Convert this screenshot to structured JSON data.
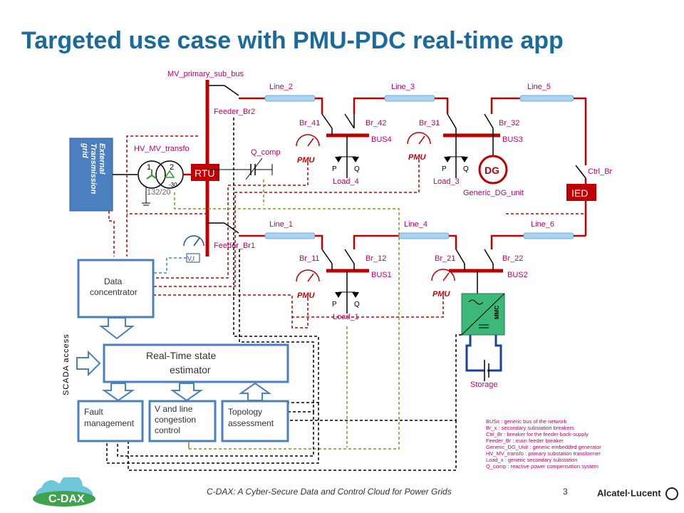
{
  "title": "Targeted use case with PMU-PDC real-time app",
  "labels": {
    "mv_primary_sub_bus": "MV_primary_sub_bus",
    "line_1": "Line_1",
    "line_2": "Line_2",
    "line_3": "Line_3",
    "line_4": "Line_4",
    "line_5": "Line_5",
    "line_6": "Line_6",
    "feeder_br2": "Feeder_Br2",
    "feeder_br1": "Feeder_Br1",
    "hv_mv_transfo": "HV_MV_transfo",
    "q_comp": "Q_comp",
    "ratio": "132/20",
    "winding_1": "1",
    "winding_2": "2",
    "phase": "-30",
    "br_41": "Br_41",
    "br_42": "Br_42",
    "br_31": "Br_31",
    "br_32": "Br_32",
    "br_11": "Br_11",
    "br_12": "Br_12",
    "br_21": "Br_21",
    "br_22": "Br_22",
    "bus1": "BUS1",
    "bus2": "BUS2",
    "bus3": "BUS3",
    "bus4": "BUS4",
    "load_4": "Load_4",
    "load_3": "Load_3",
    "load_1": "Load_1",
    "p": "P",
    "q": "Q",
    "dg": "DG",
    "generic_dg_unit": "Generic_DG_unit",
    "ctrl_br": "Ctrl_Br",
    "mmc": "MMC",
    "storage": "Storage",
    "pmu": "PMU",
    "rtu": "RTU",
    "ied": "IED",
    "ext_grid_1": "External",
    "ext_grid_2": "Transmission",
    "ext_grid_3": "grid",
    "vi": "V,I"
  },
  "boxes": {
    "data_concentrator_1": "Data",
    "data_concentrator_2": "concentrator",
    "estimator_1": "Real-Time state",
    "estimator_2": "estimator",
    "fault_1": "Fault",
    "fault_2": "management",
    "vline_1": "V and line",
    "vline_2": "congestion",
    "vline_3": "control",
    "topology_1": "Topology",
    "topology_2": "assessment",
    "scada": "SCADA access"
  },
  "legend": [
    "BUSx : generic bus of the network",
    "Br_x : secondary substation breakers",
    "Ctrl_Br : breaker for the feeder back-supply",
    "Feeder_Br : main feeder breaker",
    "Generic_DG_Unit : generic embedded generator",
    "HV_MV_transfo : primary substation transformer",
    "Load_x : generic secondary substation",
    "Q_comp : reactive power compensation system"
  ],
  "footer": {
    "text": "C-DAX: A Cyber-Secure Data and Control Cloud for Power Grids",
    "page": "3",
    "logo_left": "C-DAX",
    "logo_right": "Alcatel·Lucent"
  },
  "colors": {
    "title": "#1b6a9c",
    "network": "#c00000",
    "box_border": "#4a7fc0",
    "dashed_black": "#000000",
    "dashed_green": "#7a9a2a",
    "dashed_red": "#c00000"
  }
}
